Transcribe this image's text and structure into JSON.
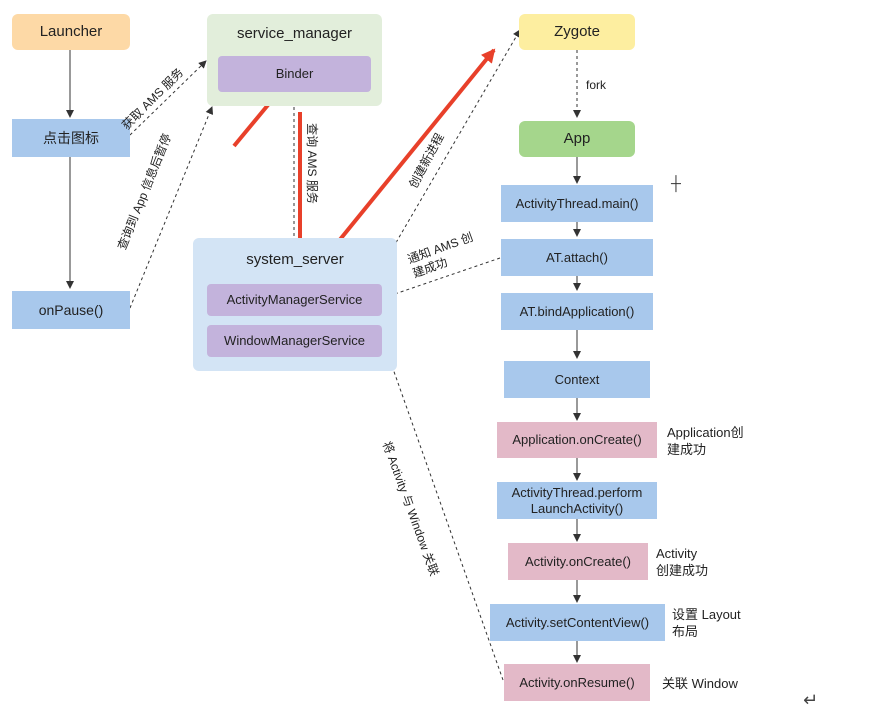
{
  "nodes": {
    "launcher": "Launcher",
    "click_icon": "点击图标",
    "on_pause": "onPause()",
    "service_manager": "service_manager",
    "binder": "Binder",
    "system_server": "system_server",
    "ams": "ActivityManagerService",
    "wms": "WindowManagerService",
    "zygote": "Zygote",
    "app": "App",
    "activity_thread_main": "ActivityThread.main()",
    "at_attach": "AT.attach()",
    "at_bind_application": "AT.bindApplication()",
    "context": "Context",
    "application_on_create": "Application.onCreate()",
    "perform_launch_line1": "ActivityThread.perform",
    "perform_launch_line2": "LaunchActivity()",
    "activity_on_create": "Activity.onCreate()",
    "activity_set_content_view": "Activity.setContentView()",
    "activity_on_resume": "Activity.onResume()"
  },
  "edge_labels": {
    "fork": "fork",
    "get_ams_service": "获取 AMS 服务",
    "query_app_pause": "查询到 App 信息后暂停",
    "query_ams_service": "查询 AMS 服务",
    "create_new_process": "创建新进程",
    "notify_ams_line1": "通知 AMS 创",
    "notify_ams_line2": "建成功",
    "bind_activity_window": "将 Activity 与 Window 关联"
  },
  "notes": {
    "application_created_line1": "Application创",
    "application_created_line2": "建成功",
    "activity_created_line1": "Activity",
    "activity_created_line2": "创建成功",
    "set_layout_line1": "设置 Layout",
    "set_layout_line2": "布局",
    "bind_window": "关联 Window"
  },
  "icons": {
    "return": "return-key-icon",
    "cursor": "crosshair-cursor-icon"
  },
  "colors": {
    "orange": "#fdd9a6",
    "yellow": "#fdeea0",
    "blue": "#a8c8ec",
    "purple": "#c3b3dc",
    "pink": "#e3b9c8",
    "green": "#a5d68c",
    "red_arrow": "#e8402a"
  }
}
